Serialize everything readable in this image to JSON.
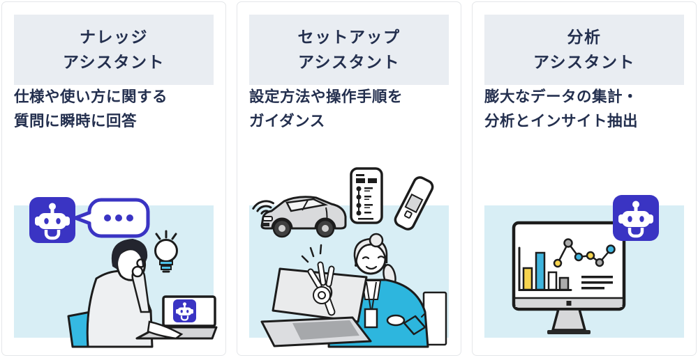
{
  "colors": {
    "accent_indigo": "#3a34c3",
    "illustration_bg": "#d8eef5",
    "title_box_bg": "#e9edf2",
    "text_navy": "#232f4e",
    "cyan": "#2db6de",
    "chart_yellow": "#f6d44f",
    "chart_blue": "#3fb4dd",
    "chart_gray": "#ababab",
    "card_border": "#e4e6e9",
    "outline_black": "#1c1c1c"
  },
  "cards": [
    {
      "title": "ナレッジ\nアシスタント",
      "description": "仕様や使い方に関する\n質問に瞬時に回答",
      "illustration_scene": "robot assistant badge with chat bubble, man thinking at laptop with lightbulb idea",
      "icons": [
        "robot-assistant-icon",
        "chat-bubble-icon",
        "lightbulb-icon",
        "laptop-icon"
      ]
    },
    {
      "title": "セットアップ\nアシスタント",
      "description": "設定方法や操作手順を\nガイダンス",
      "illustration_scene": "car with wireless signal, smartphone checklist, handheld device, woman giving OK sign at laptop",
      "icons": [
        "car-wifi-icon",
        "smartphone-checklist-icon",
        "handheld-device-icon",
        "laptop-icon"
      ]
    },
    {
      "title": "分析\nアシスタント",
      "description": "膨大なデータの集計・\n分析とインサイト抽出",
      "illustration_scene": "desktop monitor showing bar chart and line chart with robot assistant badge",
      "icons": [
        "monitor-analytics-icon",
        "bar-chart-icon",
        "line-chart-icon",
        "robot-assistant-icon"
      ]
    }
  ]
}
